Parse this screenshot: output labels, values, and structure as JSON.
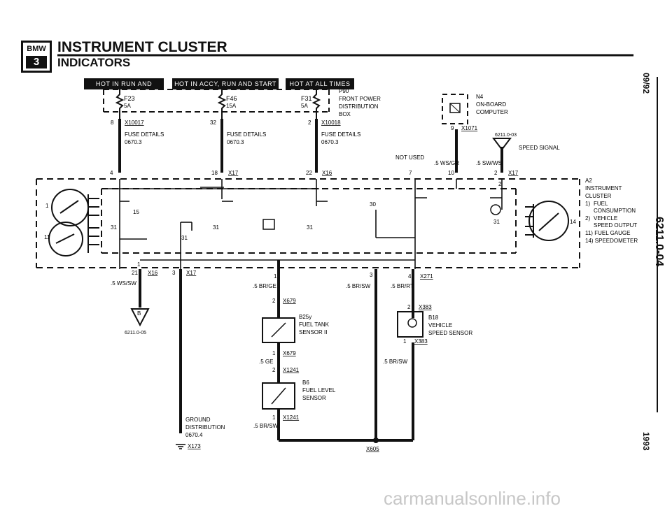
{
  "header": {
    "logo_top": "BMW",
    "logo_bottom": "3",
    "title": "INSTRUMENT CLUSTER",
    "subtitle": "INDICATORS"
  },
  "power_boxes": {
    "run_start": "HOT IN RUN AND START",
    "accy_run_start": "HOT IN ACCY, RUN AND START",
    "all_times": "HOT AT ALL TIMES"
  },
  "fuses": {
    "f23_name": "F23",
    "f23_rating": "5A",
    "f46_name": "F46",
    "f46_rating": "15A",
    "f31_name": "F31",
    "f31_rating": "5A"
  },
  "fpdb": {
    "id": "P90",
    "line1": "FRONT POWER",
    "line2": "DISTRIBUTION",
    "line3": "BOX"
  },
  "obc": {
    "id": "N4",
    "line1": "ON-BOARD",
    "line2": "COMPUTER"
  },
  "connectors": {
    "x10017_pin": "8",
    "x10017": "X10017",
    "x10018_pin": "2",
    "x10018": "X10018",
    "x1071_pin": "9",
    "x1071": "X1071",
    "pin32": "32",
    "pin4": "4",
    "pin18": "18",
    "x17a": "X17",
    "pin22": "22",
    "x16a": "X16",
    "pin7": "7",
    "pin10": "10",
    "pin2": "2",
    "x17b": "X17",
    "pin21": "21",
    "x16b": "X16",
    "pin3": "3",
    "x17c": "X17",
    "pin1a": "1",
    "pin3b": "3",
    "pin4b": "4",
    "x271": "X271",
    "x679_pin": "2",
    "x679": "X679",
    "x679b_pin": "1",
    "x679b": "X679",
    "x1241_pin": "2",
    "x1241": "X1241",
    "x1241b_pin": "1",
    "x1241b": "X1241",
    "x383_pin": "2",
    "x383": "X383",
    "x383b_pin": "1",
    "x383b": "X383",
    "x605": "X605",
    "x173": "X173"
  },
  "references": {
    "fuse_details_1": "FUSE DETAILS",
    "ref_1": "0670.3",
    "fuse_details_2": "FUSE DETAILS",
    "ref_2": "0670.3",
    "fuse_details_3": "FUSE DETAILS",
    "ref_3": "0670.3",
    "speed_ref": "6211.0-03",
    "speed_signal": "SPEED SIGNAL",
    "not_used": "NOT USED",
    "down_ref": "6211.0-05",
    "down_letter": "B"
  },
  "wires": {
    "ws_gr": ".5 WS/GR",
    "sw_ws": ".5 SW/WS",
    "ws_sw": ".5 WS/SW",
    "br_ge": ".5 BR/GE",
    "br_sw_1": ".5 BR/SW",
    "br_rt": ".5 BR/RT",
    "ge": ".5 GE",
    "br_sw_2": ".5 BR/SW",
    "br_sw_3": ".5 BR/SW"
  },
  "cluster": {
    "id": "A2",
    "line1": "INSTRUMENT",
    "line2": "CLUSTER",
    "item1_num": "1)",
    "item1_a": "FUEL",
    "item1_b": "CONSUMPTION",
    "item2_num": "2)",
    "item2_a": "VEHICLE",
    "item2_b": "SPEED OUTPUT",
    "item3": "11) FUEL GAUGE",
    "item4": "14) SPEEDOMETER",
    "pin_31a": "31",
    "pin_31b": "31",
    "pin_31c": "31",
    "pin_31d": "31",
    "pin_31e": "31",
    "pin_15": "15",
    "pin_30": "30",
    "gauge_1": "1",
    "gauge_11": "11",
    "gauge_14": "14",
    "pin_2": "2",
    "pin_1": "1"
  },
  "sensors": {
    "b25y_id": "B25y",
    "b25y_l1": "FUEL TANK",
    "b25y_l2": "SENSOR II",
    "b6_id": "B6",
    "b6_l1": "FUEL LEVEL",
    "b6_l2": "SENSOR",
    "b18_id": "B18",
    "b18_l1": "VEHICLE",
    "b18_l2": "SPEED SENSOR"
  },
  "ground": {
    "line1": "GROUND",
    "line2": "DISTRIBUTION",
    "line3": "0670.4"
  },
  "sidebar": {
    "date": "09/92",
    "page": "6211.0-04",
    "year": "1993"
  },
  "watermark": "carmanualsonline.info"
}
